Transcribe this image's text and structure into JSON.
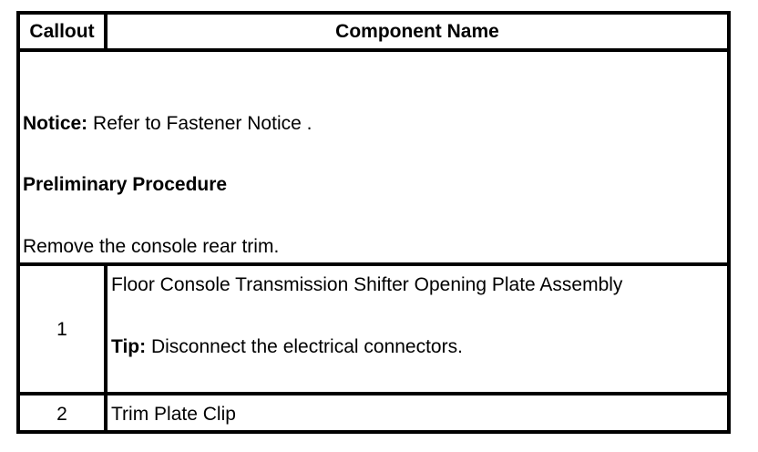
{
  "table": {
    "header": {
      "callout": "Callout",
      "component": "Component Name"
    },
    "intro": {
      "notice_label": "Notice:",
      "notice_text": " Refer to Fastener Notice .",
      "preliminary_heading": "Preliminary Procedure",
      "preliminary_step": "Remove the console rear trim."
    },
    "rows": [
      {
        "callout": "1",
        "component": "Floor Console Transmission Shifter Opening Plate Assembly",
        "tip_label": "Tip:",
        "tip_text": " Disconnect the electrical connectors."
      },
      {
        "callout": "2",
        "component": "Trim Plate Clip"
      }
    ]
  }
}
